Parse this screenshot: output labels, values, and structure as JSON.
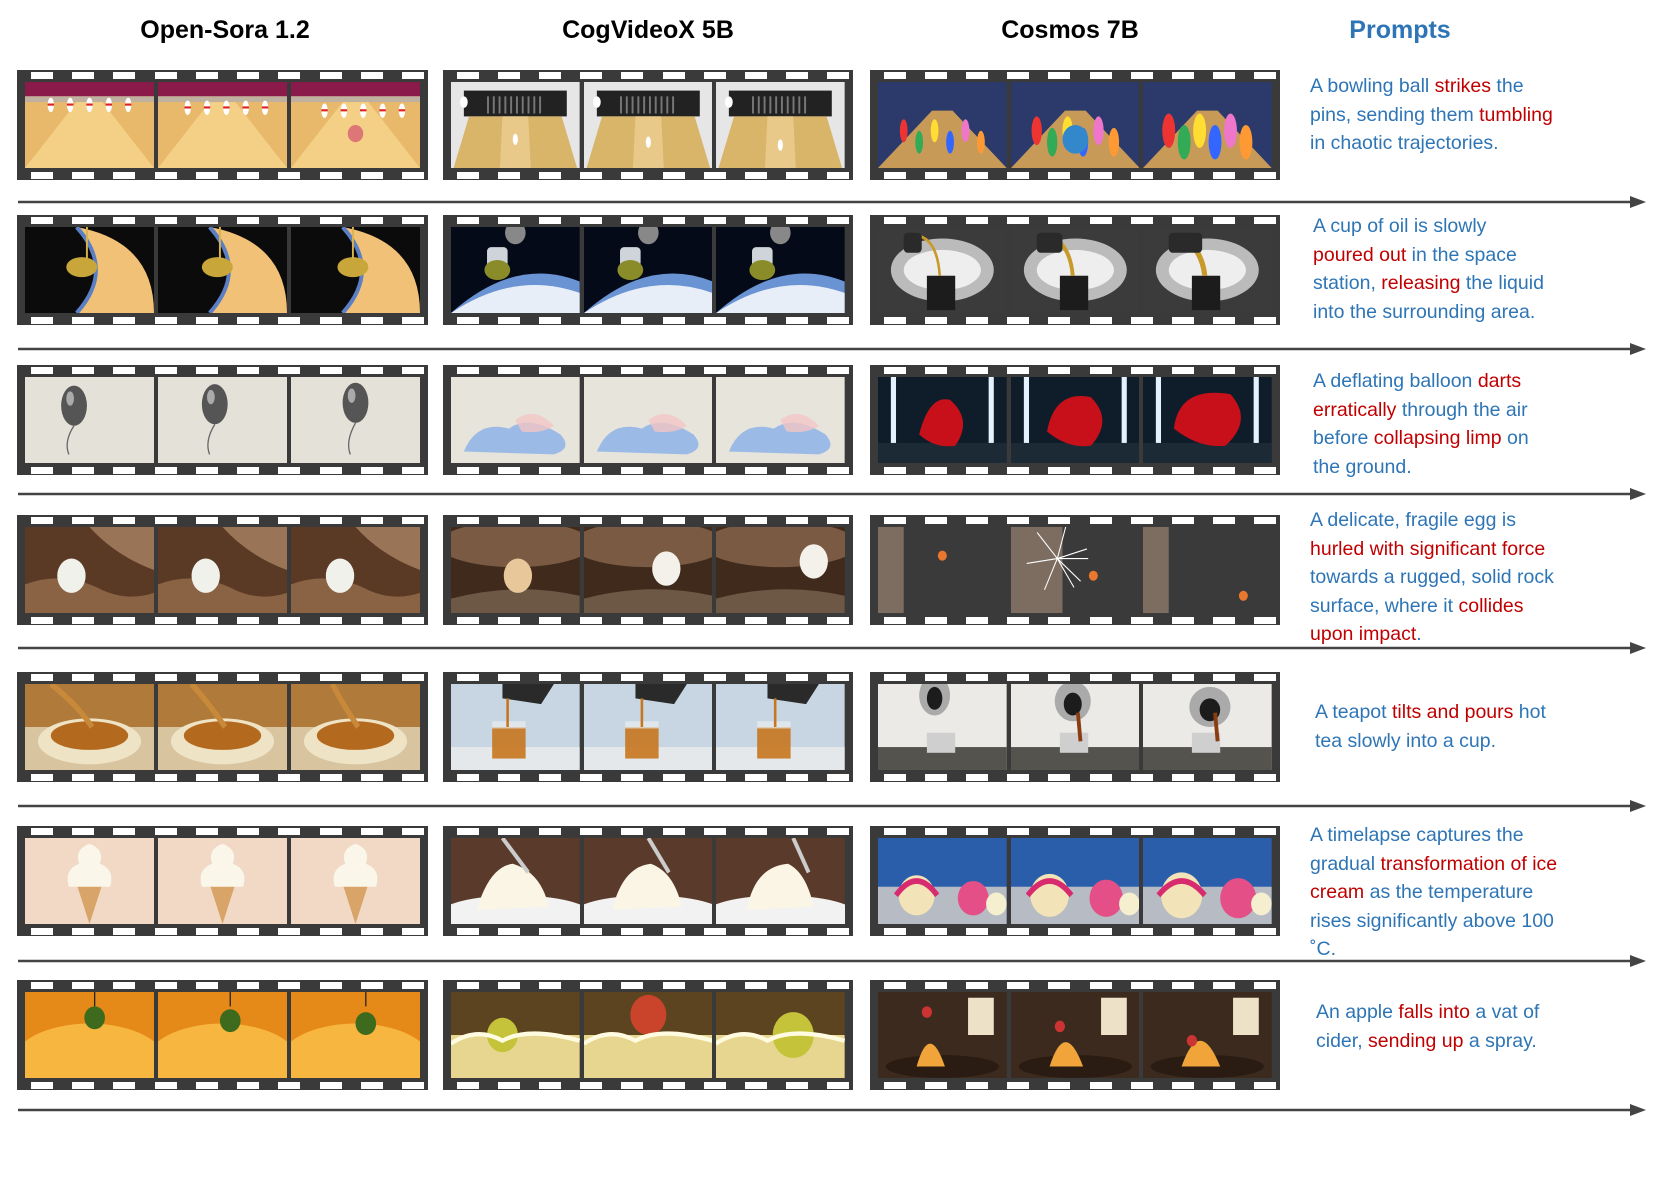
{
  "headers": {
    "model_1": "Open-Sora 1.2",
    "model_2": "CogVideoX 5B",
    "model_3": "Cosmos 7B",
    "prompts": "Prompts"
  },
  "colors": {
    "prompt_text": "#2e75b6",
    "prompt_highlight": "#c00000",
    "filmstrip": "#3a3a3a",
    "arrow": "#444444"
  },
  "rows": [
    {
      "scene": "bowling",
      "prompt_parts": [
        {
          "text": "A bowling ball ",
          "hl": false
        },
        {
          "text": "strikes",
          "hl": true
        },
        {
          "text": " the pins, sending them ",
          "hl": false
        },
        {
          "text": "tumbling",
          "hl": true
        },
        {
          "text": " in chaotic trajectories.",
          "hl": false
        }
      ]
    },
    {
      "scene": "oil",
      "prompt_parts": [
        {
          "text": "A cup of oil is slowly ",
          "hl": false
        },
        {
          "text": "poured out",
          "hl": true
        },
        {
          "text": " in the space station, ",
          "hl": false
        },
        {
          "text": "releasing",
          "hl": true
        },
        {
          "text": " the liquid into the surrounding area.",
          "hl": false
        }
      ]
    },
    {
      "scene": "balloon",
      "prompt_parts": [
        {
          "text": "A deflating balloon ",
          "hl": false
        },
        {
          "text": "darts erratically",
          "hl": true
        },
        {
          "text": " through the air before ",
          "hl": false
        },
        {
          "text": "collapsing limp",
          "hl": true
        },
        {
          "text": " on the ground.",
          "hl": false
        }
      ]
    },
    {
      "scene": "egg",
      "prompt_parts": [
        {
          "text": "A delicate, fragile egg is ",
          "hl": false
        },
        {
          "text": "hurled with significant force",
          "hl": true
        },
        {
          "text": " towards a rugged, solid rock surface, where it ",
          "hl": false
        },
        {
          "text": "collides upon impact",
          "hl": true
        },
        {
          "text": ".",
          "hl": false
        }
      ]
    },
    {
      "scene": "tea",
      "prompt_parts": [
        {
          "text": "A teapot ",
          "hl": false
        },
        {
          "text": "tilts and pours",
          "hl": true
        },
        {
          "text": " hot tea slowly into a cup.",
          "hl": false
        }
      ]
    },
    {
      "scene": "icecream",
      "prompt_parts": [
        {
          "text": "A timelapse captures the gradual ",
          "hl": false
        },
        {
          "text": "transformation of ice cream",
          "hl": true
        },
        {
          "text": " as the temperature rises significantly above 100 ˚C.",
          "hl": false
        }
      ]
    },
    {
      "scene": "apple",
      "prompt_parts": [
        {
          "text": "An apple ",
          "hl": false
        },
        {
          "text": "falls into",
          "hl": true
        },
        {
          "text": " a vat of cider, ",
          "hl": false
        },
        {
          "text": "sending up",
          "hl": true
        },
        {
          "text": " a spray.",
          "hl": false
        }
      ]
    }
  ]
}
